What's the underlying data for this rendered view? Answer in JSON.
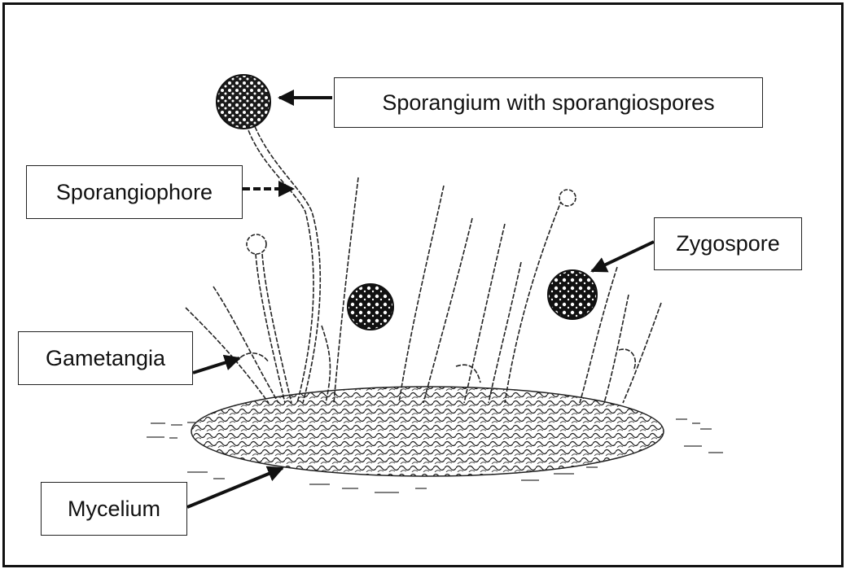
{
  "labels": {
    "sporangium": "Sporangium with sporangiospores",
    "sporangiophore": "Sporangiophore",
    "zygospore": "Zygospore",
    "gametangia": "Gametangia",
    "mycelium": "Mycelium"
  },
  "colors": {
    "ink": "#111111",
    "background": "#ffffff"
  }
}
